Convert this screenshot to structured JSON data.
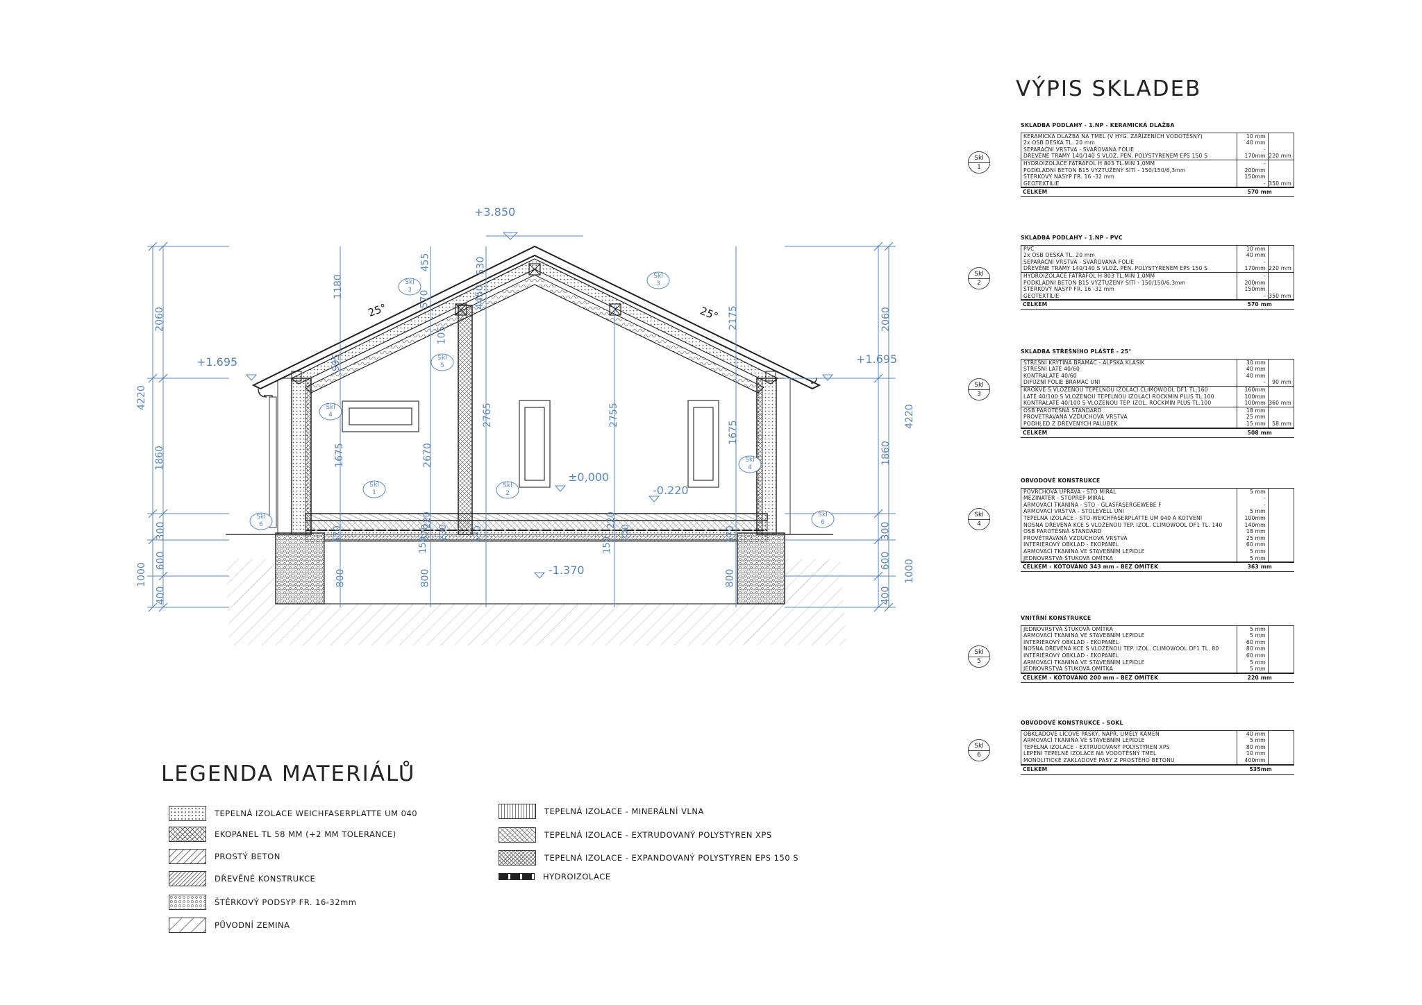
{
  "drawing": {
    "elevations": {
      "ridge": "+3.850",
      "eave_left": "+1.695",
      "eave_right": "+1.695",
      "floor": "±0,000",
      "terrain": "-0.220",
      "foundation": "-1.370"
    },
    "roof_angles": [
      "25°",
      "25°"
    ],
    "dims_left": [
      "4220",
      "2060",
      "1860",
      "1000",
      "300",
      "600",
      "400"
    ],
    "dims_right": [
      "2060",
      "4220",
      "1860",
      "300",
      "600",
      "1000",
      "400"
    ],
    "dims_inner": [
      "1180",
      "455",
      "530",
      "570",
      "105",
      "4450",
      "1675",
      "2670",
      "2765",
      "2755",
      "1675",
      "2175",
      "995",
      "570",
      "570",
      "570",
      "570",
      "150",
      "150",
      "220",
      "220",
      "200",
      "200",
      "800",
      "800",
      "800"
    ],
    "skl_tags": [
      {
        "id": "skl-1",
        "top": "Skl",
        "bottom": "1"
      },
      {
        "id": "skl-2",
        "top": "Skl",
        "bottom": "2"
      },
      {
        "id": "skl-3a",
        "top": "Skl",
        "bottom": "3"
      },
      {
        "id": "skl-3b",
        "top": "Skl",
        "bottom": "3"
      },
      {
        "id": "skl-4a",
        "top": "Skl",
        "bottom": "4"
      },
      {
        "id": "skl-4b",
        "top": "Skl",
        "bottom": "4"
      },
      {
        "id": "skl-5",
        "top": "Skl",
        "bottom": "5"
      },
      {
        "id": "skl-6a",
        "top": "Skl",
        "bottom": "6"
      },
      {
        "id": "skl-6b",
        "top": "Skl",
        "bottom": "6"
      }
    ]
  },
  "vypis": {
    "title": "VÝPIS SKLADEB",
    "tables": [
      {
        "tag": {
          "top": "Skl",
          "bottom": "1"
        },
        "title": "SKLADBA PODLAHY - 1.NP - KERAMICKÁ DLAŽBA",
        "rows": [
          {
            "name": "KERAMICKÁ DLAŽBA NA TMEL (V HYG. ZAŘÍZENÍCH VODOTĚSNÝ)",
            "t": "10 mm",
            "sum": ""
          },
          {
            "name": "2x OSB DESKA TL. 20 mm",
            "t": "40 mm",
            "sum": ""
          },
          {
            "name": "SEPARAČNÍ VRSTVA - SVAŘOVANÁ FÓLIE",
            "t": "-",
            "sum": ""
          },
          {
            "name": "DŘEVĚNÉ TRÁMY 140/140 S VLOŽ. PĚN. POLYSTYRENEM EPS 150 S",
            "t": "170mm",
            "sum": "220 mm",
            "sep": true
          },
          {
            "name": "HYDROIZOLACE FATRAFOL H 803  TL.MIN 1,0MM",
            "t": "-",
            "sum": ""
          },
          {
            "name": "PODKLADNÍ BETON B15 VYZTUŽENÝ SÍTÍ - 150/150/6,3mm",
            "t": "200mm",
            "sum": ""
          },
          {
            "name": "ŠTĚRKOVÝ NÁSYP FR. 16 -32 mm",
            "t": "150mm",
            "sum": ""
          },
          {
            "name": "GEOTEXTÍLIE",
            "t": "-",
            "sum": "350 mm"
          }
        ],
        "total": {
          "label": "CELKEM",
          "value": "570 mm"
        }
      },
      {
        "tag": {
          "top": "Skl",
          "bottom": "2"
        },
        "title": "SKLADBA PODLAHY - 1.NP - PVC",
        "rows": [
          {
            "name": "PVC",
            "t": "10 mm",
            "sum": ""
          },
          {
            "name": "2x OSB DESKA TL. 20 mm",
            "t": "40 mm",
            "sum": ""
          },
          {
            "name": "SEPARAČNÍ VRSTVA - SVAŘOVANÁ FÓLIE",
            "t": "-",
            "sum": ""
          },
          {
            "name": "DŘEVĚNÉ TRÁMY 140/140 S VLOŽ. PĚN. POLYSTYRENEM EPS 150 S",
            "t": "170mm",
            "sum": "220 mm",
            "sep": true
          },
          {
            "name": "HYDROIZOLACE FATRAFOL H 803  TL.MIN 1,0MM",
            "t": "-",
            "sum": ""
          },
          {
            "name": "PODKLADNÍ BETON B15 VYZTUŽENÝ SÍTÍ - 150/150/6,3mm",
            "t": "200mm",
            "sum": ""
          },
          {
            "name": "ŠTĚRKOVÝ NÁSYP FR. 16 -32 mm",
            "t": "150mm",
            "sum": ""
          },
          {
            "name": "GEOTEXTÍLIE",
            "t": "-",
            "sum": "350 mm"
          }
        ],
        "total": {
          "label": "CELKEM",
          "value": "570 mm"
        }
      },
      {
        "tag": {
          "top": "Skl",
          "bottom": "3"
        },
        "title": "SKLADBA STŘEŠNÍHO PLÁŠTĚ - 25°",
        "rows": [
          {
            "name": "STŘEŠNÍ KRYTINA BRAMAC - ALPSKÁ KLASIK",
            "t": "30 mm",
            "sum": ""
          },
          {
            "name": "STŘEŠNÍ LATĚ 40/60",
            "t": "40 mm",
            "sum": ""
          },
          {
            "name": "KONTRALATĚ 40/60",
            "t": "40 mm",
            "sum": ""
          },
          {
            "name": "DIFÚZNÍ FÓLIE BRAMAC UNI",
            "t": "-",
            "sum": "90 mm",
            "sep": true
          },
          {
            "name": "KROKVE S VLOŽENOU TEPELNOU IZOLACÍ CLIMOWOOL DF1 TL.160",
            "t": "160mm",
            "sum": ""
          },
          {
            "name": "LATĚ 40/100 S VLOŽENOU TEPELNOU IZOLACÍ ROCKMIN PLUS TL.100",
            "t": "100mm",
            "sum": ""
          },
          {
            "name": "KONTRALATĚ 40/100 S VLOŽENOU TEP. IZOL. ROCKMIN PLUS TL.100",
            "t": "100mm",
            "sum": "360 mm",
            "sep": true
          },
          {
            "name": "OSB PAROTĚSNÁ STANDARD",
            "t": "18 mm",
            "sum": ""
          },
          {
            "name": "PROVĚTRÁVANÁ VZDUCHOVÁ VRSTVA",
            "t": "25 mm",
            "sum": ""
          },
          {
            "name": "PODHLED Z DŘEVĚNÝCH PALUBEK",
            "t": "15 mm",
            "sum": "58 mm"
          }
        ],
        "total": {
          "label": "CELKEM",
          "value": "508 mm"
        }
      },
      {
        "tag": {
          "top": "Skl",
          "bottom": "4"
        },
        "title": "OBVODOVÉ KONSTRUKCE",
        "rows": [
          {
            "name": "POVRCHOVÁ ÚPRAVA - STO MIRAL",
            "t": "5 mm",
            "sum": ""
          },
          {
            "name": "MEZINÁTĚR - STOPREP MIRAL",
            "t": "-",
            "sum": ""
          },
          {
            "name": "ARMOVACÍ TKANINA - STO - GLASFASERGEWEBE F",
            "t": "-",
            "sum": ""
          },
          {
            "name": "ARMOVACÍ VRSTVA - STOLEVELL UNI",
            "t": "5 mm",
            "sum": ""
          },
          {
            "name": "TEPELNÁ IZOLACE - STO-WEICHFASERPLATTE UM 040 A KOTVENÍ",
            "t": "100mm",
            "sum": ""
          },
          {
            "name": "NOSNÁ DŘEVĚNÁ KCE S VLOŽENOU TEP. IZOL. CLIMOWOOL DF1 TL. 140",
            "t": "140mm",
            "sum": ""
          },
          {
            "name": "OSB PAROTĚSNÁ STANDARD",
            "t": "18 mm",
            "sum": ""
          },
          {
            "name": "PROVĚTRÁVANÁ VZDUCHOVÁ VRSTVA",
            "t": "25 mm",
            "sum": ""
          },
          {
            "name": "INTERIÉROVÝ OBKLAD - EKOPANEL",
            "t": "60 mm",
            "sum": ""
          },
          {
            "name": "ARMOVACÍ TKANINA VE STAVEBNÍM LEPIDLE",
            "t": "5 mm",
            "sum": ""
          },
          {
            "name": "JEDNOVRSTVÁ ŠTUKOVÁ OMÍTKA",
            "t": "5 mm",
            "sum": ""
          }
        ],
        "total": {
          "label": "CELKEM  - KÓTOVÁNO 343 mm - BEZ OMÍTEK",
          "value": "363 mm"
        }
      },
      {
        "tag": {
          "top": "Skl",
          "bottom": "5"
        },
        "title": "VNITŘNÍ KONSTRUKCE",
        "rows": [
          {
            "name": "JEDNOVRSTVÁ ŠTUKOVÁ OMÍTKA",
            "t": "5 mm",
            "sum": ""
          },
          {
            "name": "ARMOVACÍ TKANINA VE STAVEBNÍM LEPIDLE",
            "t": "5 mm",
            "sum": ""
          },
          {
            "name": "INTERIÉROVÝ OBKLAD - EKOPANEL",
            "t": "60 mm",
            "sum": ""
          },
          {
            "name": "NOSNÁ DŘEVĚNÁ KCE S VLOŽENOU TEP. IZOL. CLIMOWOOL DF1 TL. 80",
            "t": "80 mm",
            "sum": ""
          },
          {
            "name": "INTERIÉROVÝ OBKLAD - EKOPANEL",
            "t": "60 mm",
            "sum": ""
          },
          {
            "name": "ARMOVACÍ TKANINA VE STAVEBNÍM LEPIDLE",
            "t": "5 mm",
            "sum": ""
          },
          {
            "name": "JEDNOVRSTVÁ ŠTUKOVÁ OMÍTKA",
            "t": "5 mm",
            "sum": ""
          }
        ],
        "total": {
          "label": "CELKEM  - KÓTOVÁNO 200 mm - BEZ OMÍTEK",
          "value": "220 mm"
        }
      },
      {
        "tag": {
          "top": "Skl",
          "bottom": "6"
        },
        "title": "OBVODOVÉ KONSTRUKCE - SOKL",
        "rows": [
          {
            "name": "OBKLADOVÉ LÍCOVÉ PÁSKY, NAPŘ. UMĚLÝ KÁMEN",
            "t": "40 mm",
            "sum": ""
          },
          {
            "name": "ARMOVACÍ TKANINA VE STAVEBNÍM LEPIDLE",
            "t": "5 mm",
            "sum": ""
          },
          {
            "name": "TEPELNÁ IZOLACE - EXTRUDOVANÝ POLYSTYREN XPS",
            "t": "80 mm",
            "sum": ""
          },
          {
            "name": "LEPENÍ TEPELNÉ IZOLACE NA VODOTĚSNÝ TMEL",
            "t": "10 mm",
            "sum": ""
          },
          {
            "name": "MONOLITICKÉ ZÁKLADOVÉ PASY Z PROSTÉHO BETONU",
            "t": "400mm",
            "sum": ""
          }
        ],
        "total": {
          "label": "CELKEM",
          "value": "535mm"
        }
      }
    ]
  },
  "legend": {
    "title": "LEGENDA MATERIÁLŮ",
    "items": [
      {
        "label": "TEPELNÁ IZOLACE WEICHFASERPLATTE UM 040",
        "pattern": "dots"
      },
      {
        "label": "EKOPANEL TL 58 MM (+2 MM TOLERANCE)",
        "pattern": "cross"
      },
      {
        "label": "PROSTÝ BETON",
        "pattern": "diag"
      },
      {
        "label": "DŘEVĚNÉ KONSTRUKCE",
        "pattern": "wood"
      },
      {
        "label": "ŠTĚRKOVÝ PODSYP FR. 16-32mm",
        "pattern": "gravel"
      },
      {
        "label": "PŮVODNÍ ZEMINA",
        "pattern": "soil"
      },
      {
        "label": "TEPELNÁ IZOLACE - MINERÁLNÍ VLNA",
        "pattern": "wave"
      },
      {
        "label": "TEPELNÁ IZOLACE - EXTRUDOVANÝ POLYSTYREN XPS",
        "pattern": "xps"
      },
      {
        "label": "TEPELNÁ IZOLACE - EXPANDOVANÝ POLYSTYREN  EPS 150 S",
        "pattern": "eps"
      },
      {
        "label": "HYDROIZOLACE",
        "pattern": "hydro"
      }
    ]
  },
  "colors": {
    "line": "#2a2a2a",
    "dimension": "#5b86b8",
    "hatch": "#555555"
  }
}
